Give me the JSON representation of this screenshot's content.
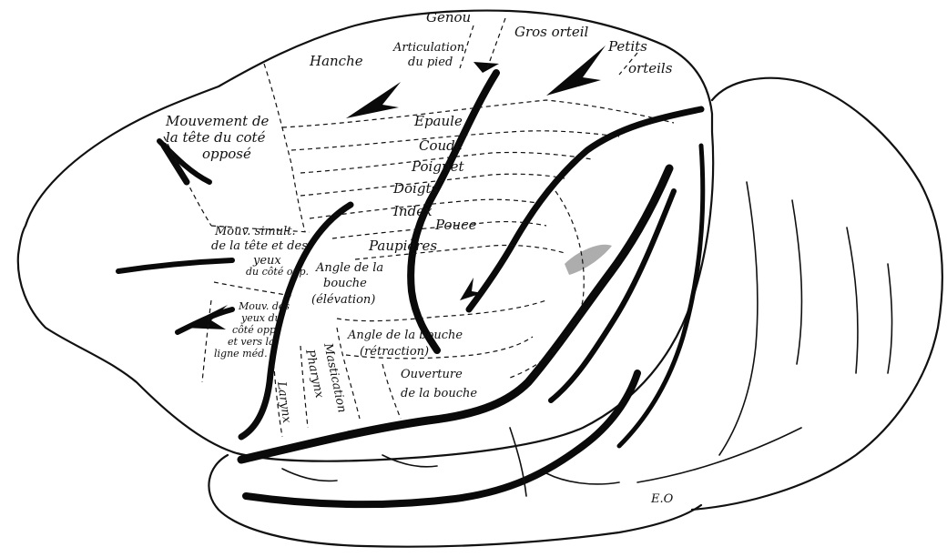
{
  "labels": {
    "genou": "Genou",
    "gros_orteil": "Gros orteil",
    "hanche": "Hanche",
    "articulation_line1": "Articulation",
    "articulation_line2": "du pied",
    "petits_line1": "Petits",
    "petits_line2": "orteils",
    "mouvement_line1": "Mouvement de",
    "mouvement_line2": "la tête du coté",
    "mouvement_line3": "opposé",
    "epaule": "Epaule",
    "coude": "Coude",
    "poignet": "Poignet",
    "doigts": "Doigts",
    "index": "Index",
    "pouce": "Pouce",
    "mouv_simult_line1": "Mouv. simult.",
    "mouv_simult_line2": "de la tête et des",
    "mouv_simult_line3": "yeux",
    "mouv_simult_line4": "du côté opp.",
    "paupieres": "Paupières",
    "angle_elev_line1": "Angle de la",
    "angle_elev_line2": "bouche",
    "angle_elev_line3": "(élévation)",
    "mouv_yeux_line1": "Mouv. des",
    "mouv_yeux_line2": "yeux du",
    "mouv_yeux_line3": "côté opp.",
    "mouv_yeux_line4": "et vers la",
    "mouv_yeux_line5": "ligne méd.",
    "angle_retr_line1": "Angle de la bouche",
    "angle_retr_line2": "(rétraction)",
    "mastication": "Mastication",
    "pharynx": "Pharynx",
    "larynx": "Larynx",
    "ouverture_line1": "Ouverture",
    "ouverture_line2": "de la bouche",
    "signature": "E.O"
  }
}
